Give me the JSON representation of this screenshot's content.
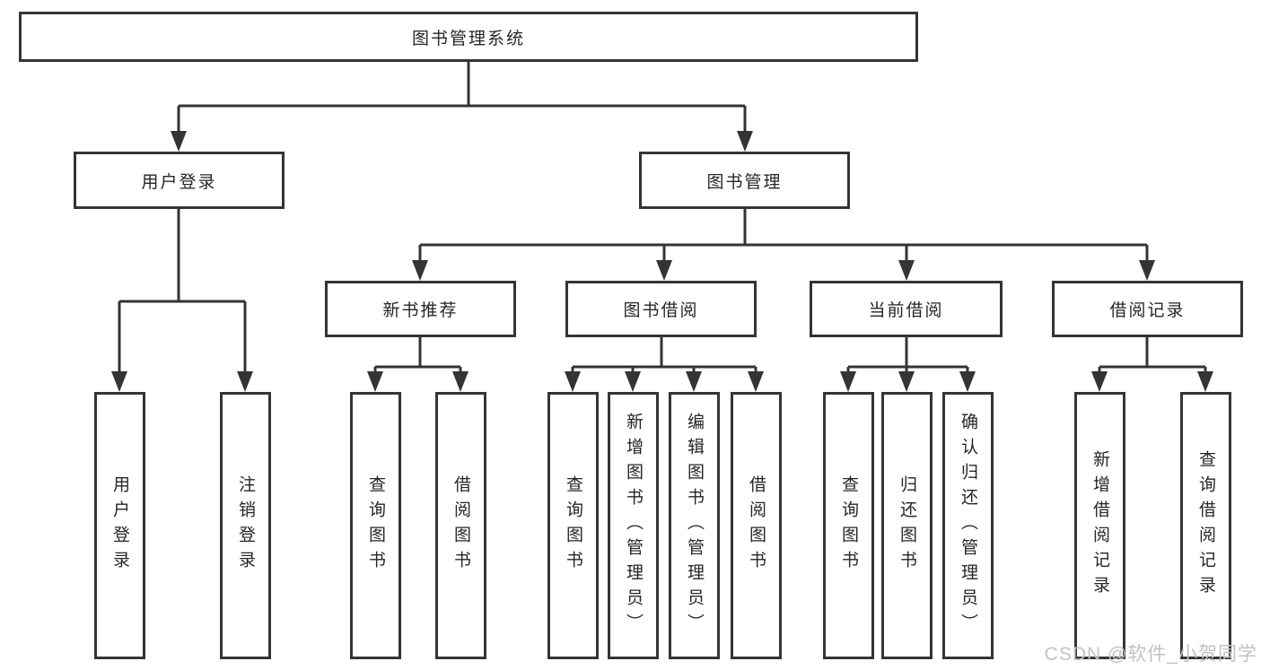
{
  "diagram": {
    "root": {
      "label": "图书管理系统"
    },
    "level2": [
      {
        "label": "用户登录"
      },
      {
        "label": "图书管理"
      }
    ],
    "level3": [
      {
        "label": "新书推荐",
        "parent": "图书管理"
      },
      {
        "label": "图书借阅",
        "parent": "图书管理"
      },
      {
        "label": "当前借阅",
        "parent": "图书管理"
      },
      {
        "label": "借阅记录",
        "parent": "图书管理"
      }
    ],
    "level4": [
      {
        "label": "用户登录",
        "parent": "用户登录"
      },
      {
        "label": "注销登录",
        "parent": "用户登录"
      },
      {
        "label": "查询图书",
        "parent": "新书推荐"
      },
      {
        "label": "借阅图书",
        "parent": "新书推荐"
      },
      {
        "label": "查询图书",
        "parent": "图书借阅"
      },
      {
        "label": "新增图书（管理员）",
        "parent": "图书借阅"
      },
      {
        "label": "编辑图书（管理员）",
        "parent": "图书借阅"
      },
      {
        "label": "借阅图书",
        "parent": "图书借阅"
      },
      {
        "label": "查询图书",
        "parent": "当前借阅"
      },
      {
        "label": "归还图书",
        "parent": "当前借阅"
      },
      {
        "label": "确认归还（管理员）",
        "parent": "当前借阅"
      },
      {
        "label": "新增借阅记录",
        "parent": "借阅记录"
      },
      {
        "label": "查询借阅记录",
        "parent": "借阅记录"
      }
    ]
  },
  "watermark": {
    "text": "CSDN @软件_小贺同学"
  },
  "colors": {
    "line": "#343434",
    "text": "#262626",
    "watermark": "#c2c2c2",
    "background": "#ffffff"
  }
}
